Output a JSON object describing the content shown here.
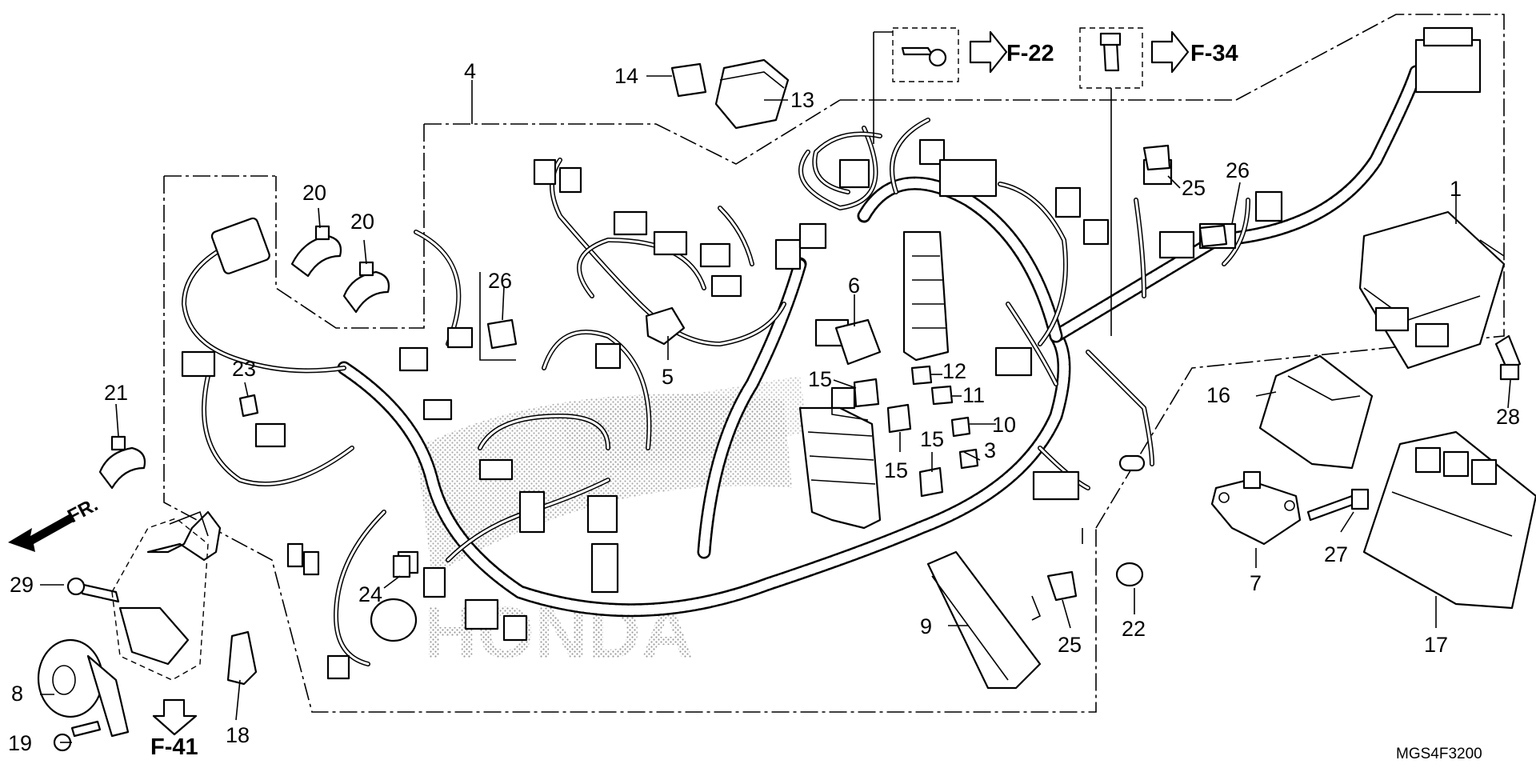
{
  "diagram_code": "MGS4F3200",
  "watermark": "HONDA",
  "direction_label": "FR.",
  "references": {
    "f22": "F-22",
    "f34": "F-34",
    "f41": "F-41"
  },
  "callouts": {
    "c1": "1",
    "c3": "3",
    "c4": "4",
    "c5": "5",
    "c6": "6",
    "c7": "7",
    "c8": "8",
    "c9": "9",
    "c10": "10",
    "c11": "11",
    "c12": "12",
    "c13": "13",
    "c14": "14",
    "c15a": "15",
    "c15b": "15",
    "c15c": "15",
    "c16": "16",
    "c17": "17",
    "c18": "18",
    "c19": "19",
    "c20a": "20",
    "c20b": "20",
    "c21": "21",
    "c22": "22",
    "c23": "23",
    "c24": "24",
    "c25a": "25",
    "c25b": "25",
    "c26a": "26",
    "c26b": "26",
    "c27": "27",
    "c28": "28",
    "c29": "29"
  }
}
